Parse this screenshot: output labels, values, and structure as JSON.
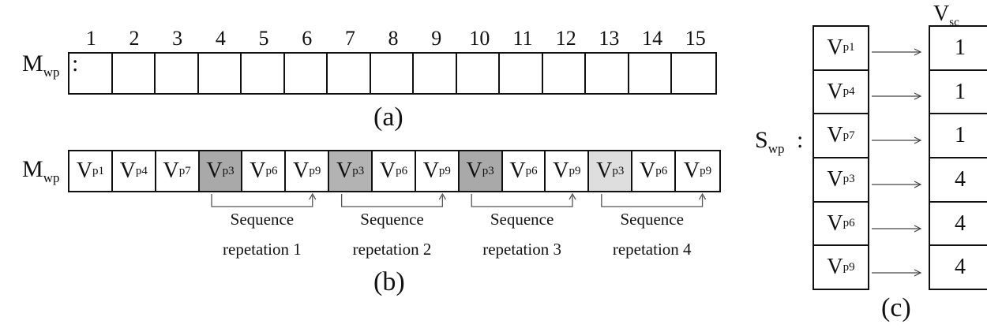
{
  "panel_a": {
    "label_main": "M",
    "label_sub": "wp",
    "colon": ":",
    "indices": [
      "1",
      "2",
      "3",
      "4",
      "5",
      "6",
      "7",
      "8",
      "9",
      "10",
      "11",
      "12",
      "13",
      "14",
      "15"
    ],
    "caption": "(a)"
  },
  "panel_b": {
    "label_main": "M",
    "label_sub": "wp",
    "colon": ":",
    "cells": [
      {
        "main": "V",
        "sub": "p1",
        "fill": "#ffffff"
      },
      {
        "main": "V",
        "sub": "p4",
        "fill": "#ffffff"
      },
      {
        "main": "V",
        "sub": "p7",
        "fill": "#ffffff"
      },
      {
        "main": "V",
        "sub": "p3",
        "fill": "#a9a9a9"
      },
      {
        "main": "V",
        "sub": "p6",
        "fill": "#ffffff"
      },
      {
        "main": "V",
        "sub": "p9",
        "fill": "#ffffff"
      },
      {
        "main": "V",
        "sub": "p3",
        "fill": "#b3b3b3"
      },
      {
        "main": "V",
        "sub": "p6",
        "fill": "#ffffff"
      },
      {
        "main": "V",
        "sub": "p9",
        "fill": "#ffffff"
      },
      {
        "main": "V",
        "sub": "p3",
        "fill": "#a9a9a9"
      },
      {
        "main": "V",
        "sub": "p6",
        "fill": "#ffffff"
      },
      {
        "main": "V",
        "sub": "p9",
        "fill": "#ffffff"
      },
      {
        "main": "V",
        "sub": "p3",
        "fill": "#dedede"
      },
      {
        "main": "V",
        "sub": "p6",
        "fill": "#ffffff"
      },
      {
        "main": "V",
        "sub": "p9",
        "fill": "#ffffff"
      }
    ],
    "repetitions": [
      {
        "line1": "Sequence",
        "line2": "repetation 1"
      },
      {
        "line1": "Sequence",
        "line2": "repetation 2"
      },
      {
        "line1": "Sequence",
        "line2": "repetation 3"
      },
      {
        "line1": "Sequence",
        "line2": "repetation 4"
      }
    ],
    "caption": "(b)"
  },
  "panel_c": {
    "label_main": "S",
    "label_sub": "wp",
    "colon": ":",
    "header_main": "V",
    "header_sub": "sc",
    "left_cells": [
      {
        "main": "V",
        "sub": "p1"
      },
      {
        "main": "V",
        "sub": "p4"
      },
      {
        "main": "V",
        "sub": "p7"
      },
      {
        "main": "V",
        "sub": "p3"
      },
      {
        "main": "V",
        "sub": "p6"
      },
      {
        "main": "V",
        "sub": "p9"
      }
    ],
    "right_values": [
      "1",
      "1",
      "1",
      "4",
      "4",
      "4"
    ],
    "caption": "(c)"
  }
}
